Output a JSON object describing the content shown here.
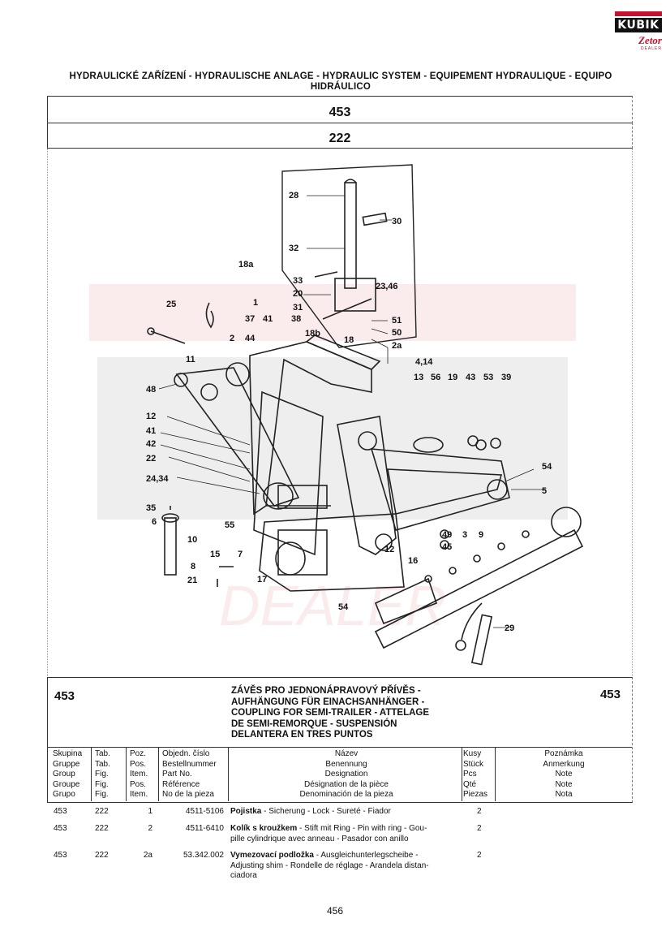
{
  "logo": {
    "brand": "KUBIK",
    "sub": "Zetor",
    "dealer": "DEALER"
  },
  "header": {
    "title_line1": "HYDRAULICKÉ ZAŘÍZENÍ - HYDRAULISCHE ANLAGE - HYDRAULIC SYSTEM - EQUIPEMENT HYDRAULIQUE - EQUIPO",
    "title_line2": "HIDRÁULICO",
    "group_number": "453",
    "table_number": "222"
  },
  "diagram": {
    "callouts": [
      "28",
      "30",
      "32",
      "18a",
      "33",
      "23,46",
      "20",
      "31",
      "38",
      "18b",
      "18",
      "51",
      "50",
      "2a",
      "25",
      "1",
      "37",
      "41",
      "2",
      "44",
      "4,14",
      "11",
      "13",
      "56",
      "19",
      "43",
      "53",
      "39",
      "48",
      "12",
      "41",
      "42",
      "22",
      "24,34",
      "54",
      "5",
      "35",
      "6",
      "55",
      "10",
      "15",
      "7",
      "49",
      "45",
      "3",
      "9",
      "12",
      "16",
      "8",
      "21",
      "17",
      "54",
      "29"
    ],
    "watermark": "DEALER"
  },
  "description": {
    "group": "453",
    "group_right": "453",
    "lines": [
      "ZÁVĚS PRO JEDNONÁPRAVOVÝ PŘÍVĚS -",
      "AUFHÄNGUNG FÜR EINACHSANHÄNGER -",
      "COUPLING FOR SEMI-TRAILER - ATTELAGE",
      "DE SEMI-REMORQUE - SUSPENSIÓN",
      "DELANTERA EN TRES PUNTOS"
    ]
  },
  "columns": {
    "group": [
      "Skupina",
      "Gruppe",
      "Group",
      "Groupe",
      "Grupo"
    ],
    "tab": [
      "Tab.",
      "Tab.",
      "Fig.",
      "Fig.",
      "Fig."
    ],
    "pos": [
      "Poz.",
      "Pos.",
      "Item.",
      "Pos.",
      "Item."
    ],
    "part": [
      "Objedn. číslo",
      "Bestellnummer",
      "Part No.",
      "Référence",
      "No de la pieza"
    ],
    "name": [
      "Název",
      "Benennung",
      "Designation",
      "Désignation de la pièce",
      "Denominación de la pieza"
    ],
    "qty": [
      "Kusy",
      "Stück",
      "Pcs",
      "Qté",
      "Piezas"
    ],
    "note": [
      "Poznámka",
      "Anmerkung",
      "Note",
      "Note",
      "Nota"
    ]
  },
  "parts": [
    {
      "group": "453",
      "tab": "222",
      "pos": "1",
      "part_no": "4511-5106",
      "name_bold": "Pojistka",
      "name_rest": " - Sicherung - Lock - Sureté - Fiador",
      "name_line2": "",
      "name_line3": "",
      "qty": "2"
    },
    {
      "group": "453",
      "tab": "222",
      "pos": "2",
      "part_no": "4511-6410",
      "name_bold": "Kolík s kroužkem",
      "name_rest": " - Stift mit Ring - Pin with ring - Gou-",
      "name_line2": "pille cylindrique avec anneau - Pasador con anillo",
      "name_line3": "",
      "qty": "2"
    },
    {
      "group": "453",
      "tab": "222",
      "pos": "2a",
      "part_no": "53.342.002",
      "name_bold": "Vymezovací podložka",
      "name_rest": " - Ausgleichunterlegscheibe -",
      "name_line2": "Adjusting shim - Rondelle de réglage - Arandela distan-",
      "name_line3": "ciadora",
      "qty": "2"
    }
  ],
  "page_number": "456"
}
